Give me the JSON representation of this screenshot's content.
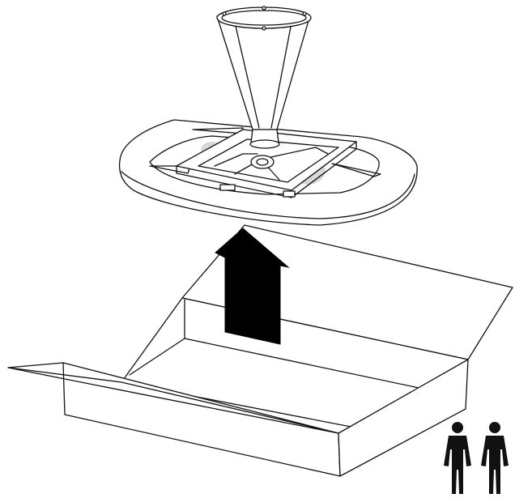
{
  "diagram": {
    "description_free": true,
    "colors": {
      "stroke": "#111111",
      "fill": "#ffffff",
      "arrow": "#000000",
      "people": "#111111",
      "shadow": "#d9d9d9"
    },
    "icons": {
      "arrow": "lift-up-arrow-icon",
      "people": "two-person-lift-icon"
    },
    "parts": {
      "hopper": "hopper-cone",
      "base": "base-plate",
      "box": "open-shipping-box"
    },
    "person_count": 2
  }
}
